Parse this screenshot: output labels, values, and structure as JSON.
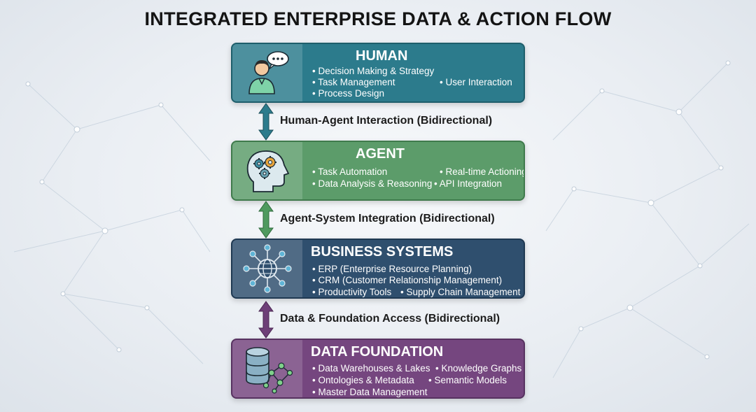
{
  "title": "INTEGRATED ENTERPRISE DATA & ACTION FLOW",
  "layers": [
    {
      "title": "HUMAN",
      "icon": "person-speech-bubble-icon",
      "bullets": [
        "• Decision Making & Strategy",
        "• Task Management",
        "• User Interaction",
        "• Process Design"
      ]
    },
    {
      "title": "AGENT",
      "icon": "head-gears-icon",
      "bullets": [
        "• Task Automation",
        "• Real-time Actioning",
        "• Data Analysis & Reasoning",
        "• API Integration"
      ]
    },
    {
      "title": "BUSINESS SYSTEMS",
      "icon": "globe-network-icon",
      "bullets": [
        "• ERP (Enterprise Resource Planning)",
        "• CRM (Customer Relationship Management)",
        "• Productivity Tools",
        "• Supply Chain Management"
      ]
    },
    {
      "title": "DATA FOUNDATION",
      "icon": "database-graph-icon",
      "bullets": [
        "• Data Warehouses & Lakes",
        "• Knowledge Graphs",
        "• Ontologies & Metadata",
        "• Semantic Models",
        "• Master Data Management"
      ]
    }
  ],
  "connectors": [
    {
      "label": "Human-Agent Interaction (Bidirectional)",
      "color": "#2c7b8c"
    },
    {
      "label": "Agent-System Integration (Bidirectional)",
      "color": "#4f9a5f"
    },
    {
      "label": "Data & Foundation Access (Bidirectional)",
      "color": "#6e3f78"
    }
  ],
  "colors": {
    "human": "#2c7b8c",
    "agent": "#5c9c6a",
    "business": "#2f4f6e",
    "data": "#75467f"
  }
}
